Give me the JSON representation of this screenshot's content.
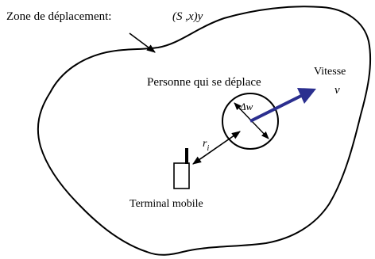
{
  "zone_label": "Zone de déplacement:",
  "zone_coords": "(S ,x)y",
  "person_label": "Personne qui se déplace",
  "speed_label": "Vitesse",
  "speed_symbol": "v",
  "radius_symbol": "r",
  "radius_subscript": "i",
  "delta_symbol": "Δw",
  "terminal_label": "Terminal mobile",
  "colors": {
    "velocity_arrow": "#2b2f8f",
    "line": "#000000"
  }
}
